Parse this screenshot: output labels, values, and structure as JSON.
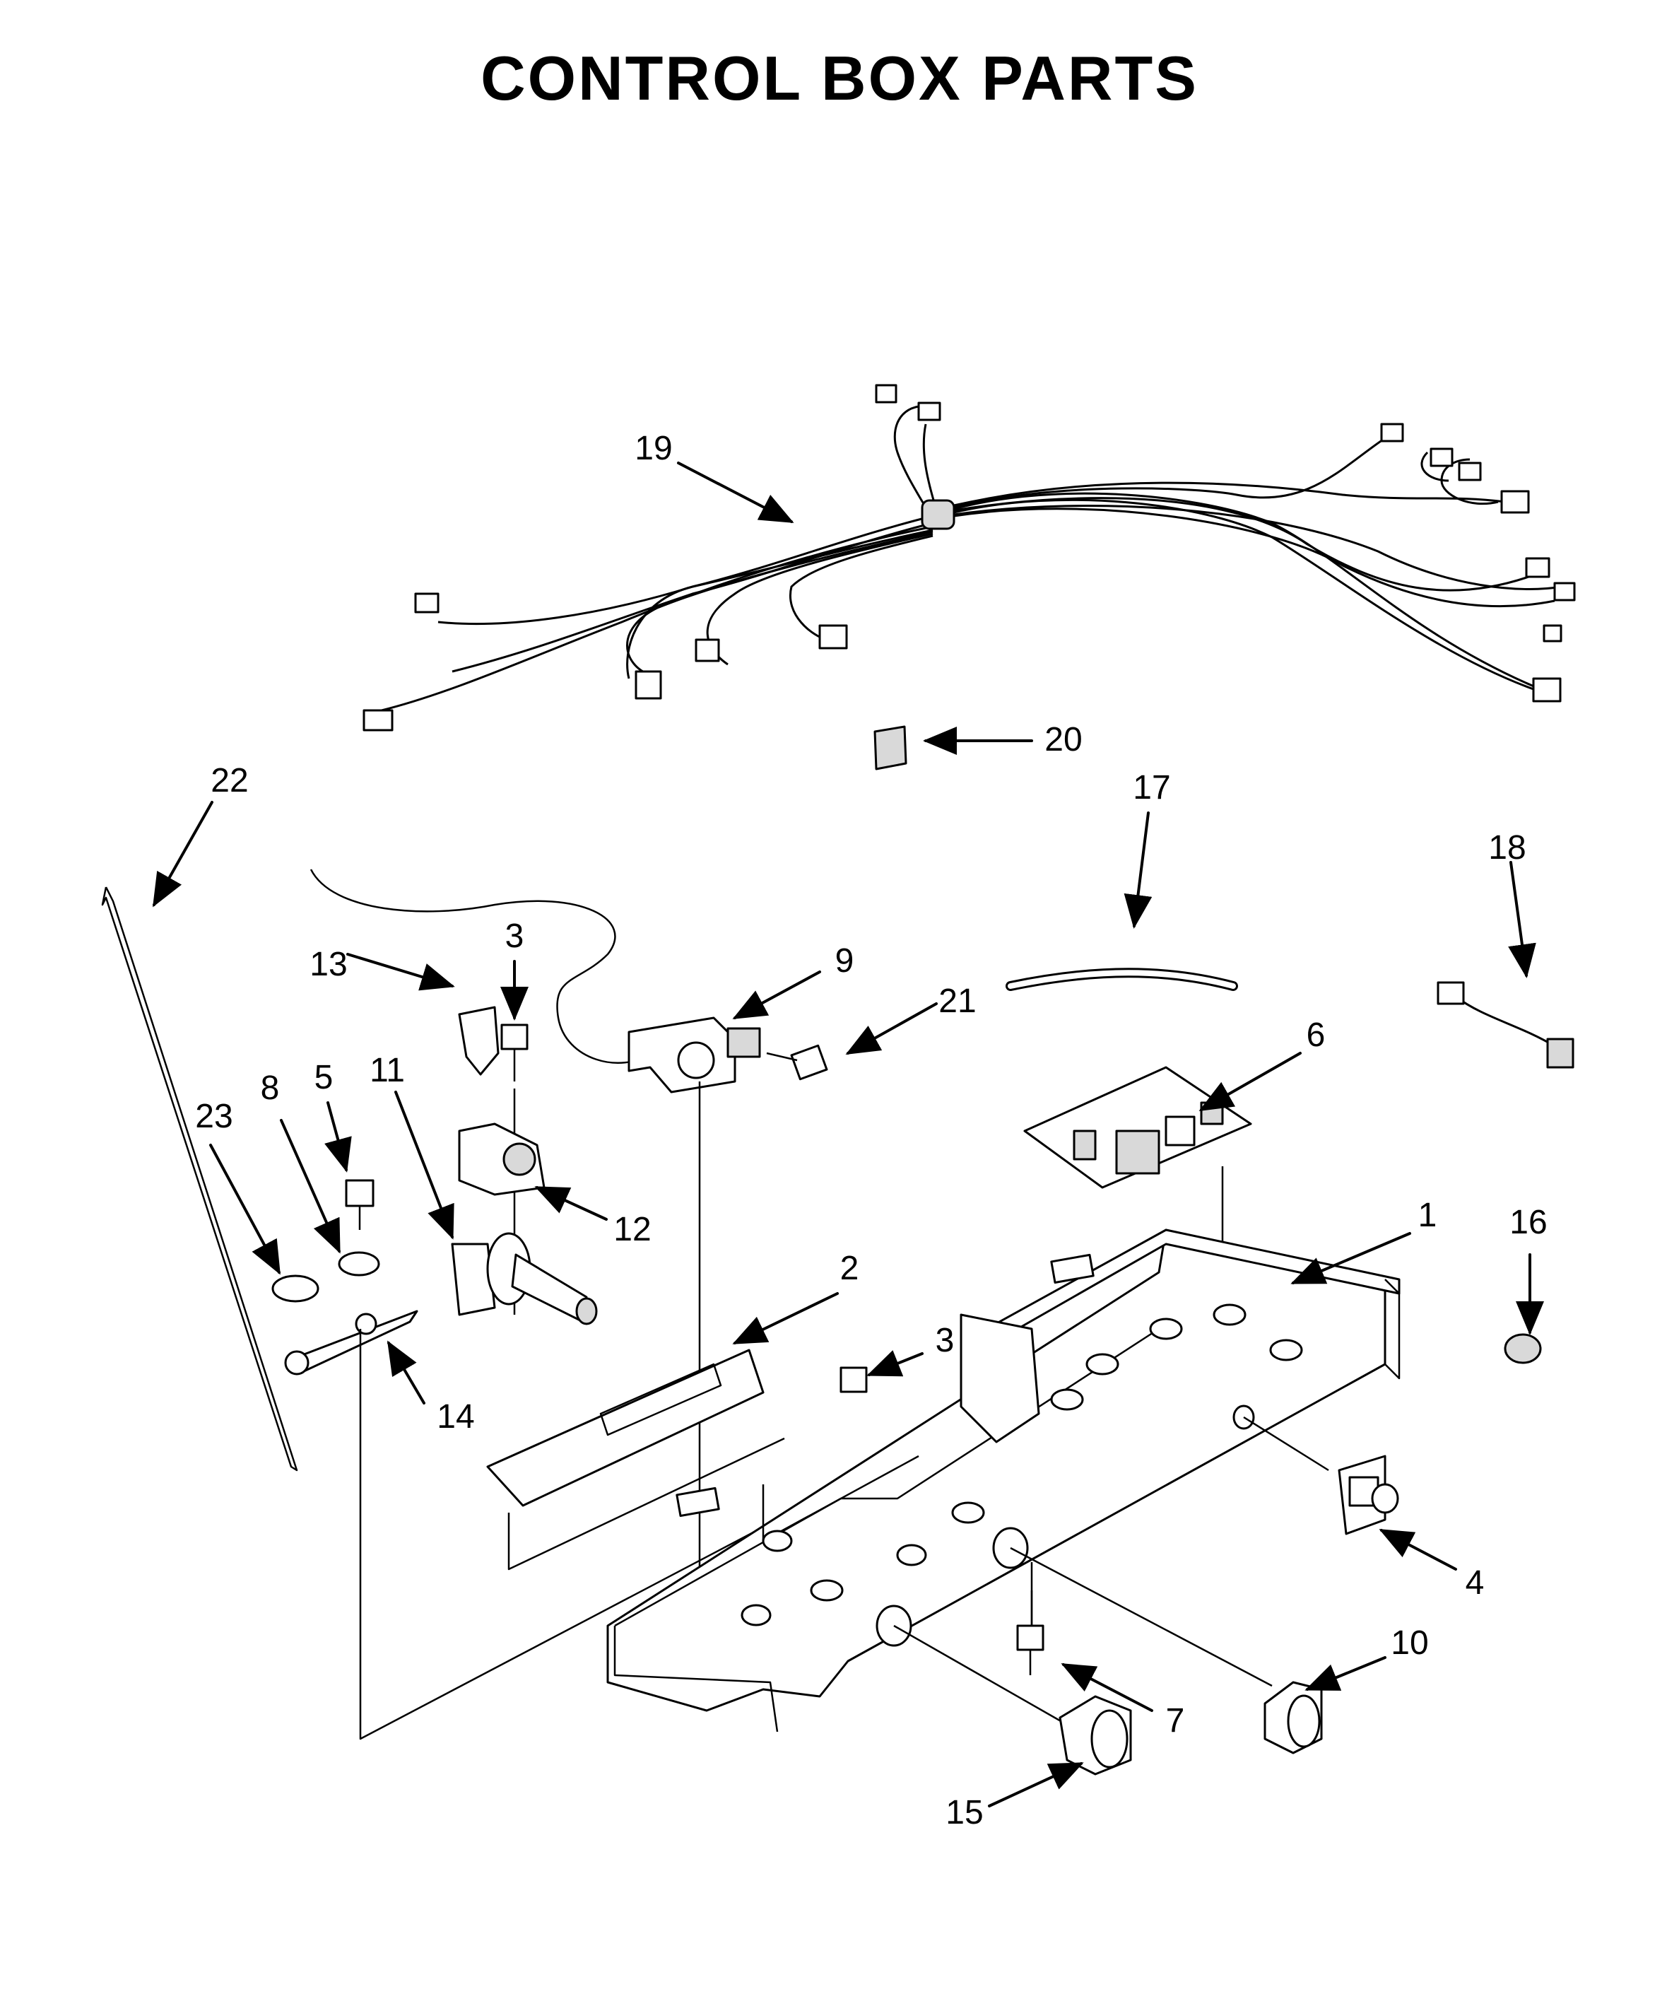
{
  "title": "CONTROL BOX PARTS",
  "callouts": [
    "19",
    "20",
    "22",
    "17",
    "18",
    "3",
    "9",
    "13",
    "21",
    "6",
    "11",
    "5",
    "8",
    "23",
    "12",
    "1",
    "16",
    "2",
    "3",
    "14",
    "4",
    "10",
    "7",
    "15"
  ]
}
